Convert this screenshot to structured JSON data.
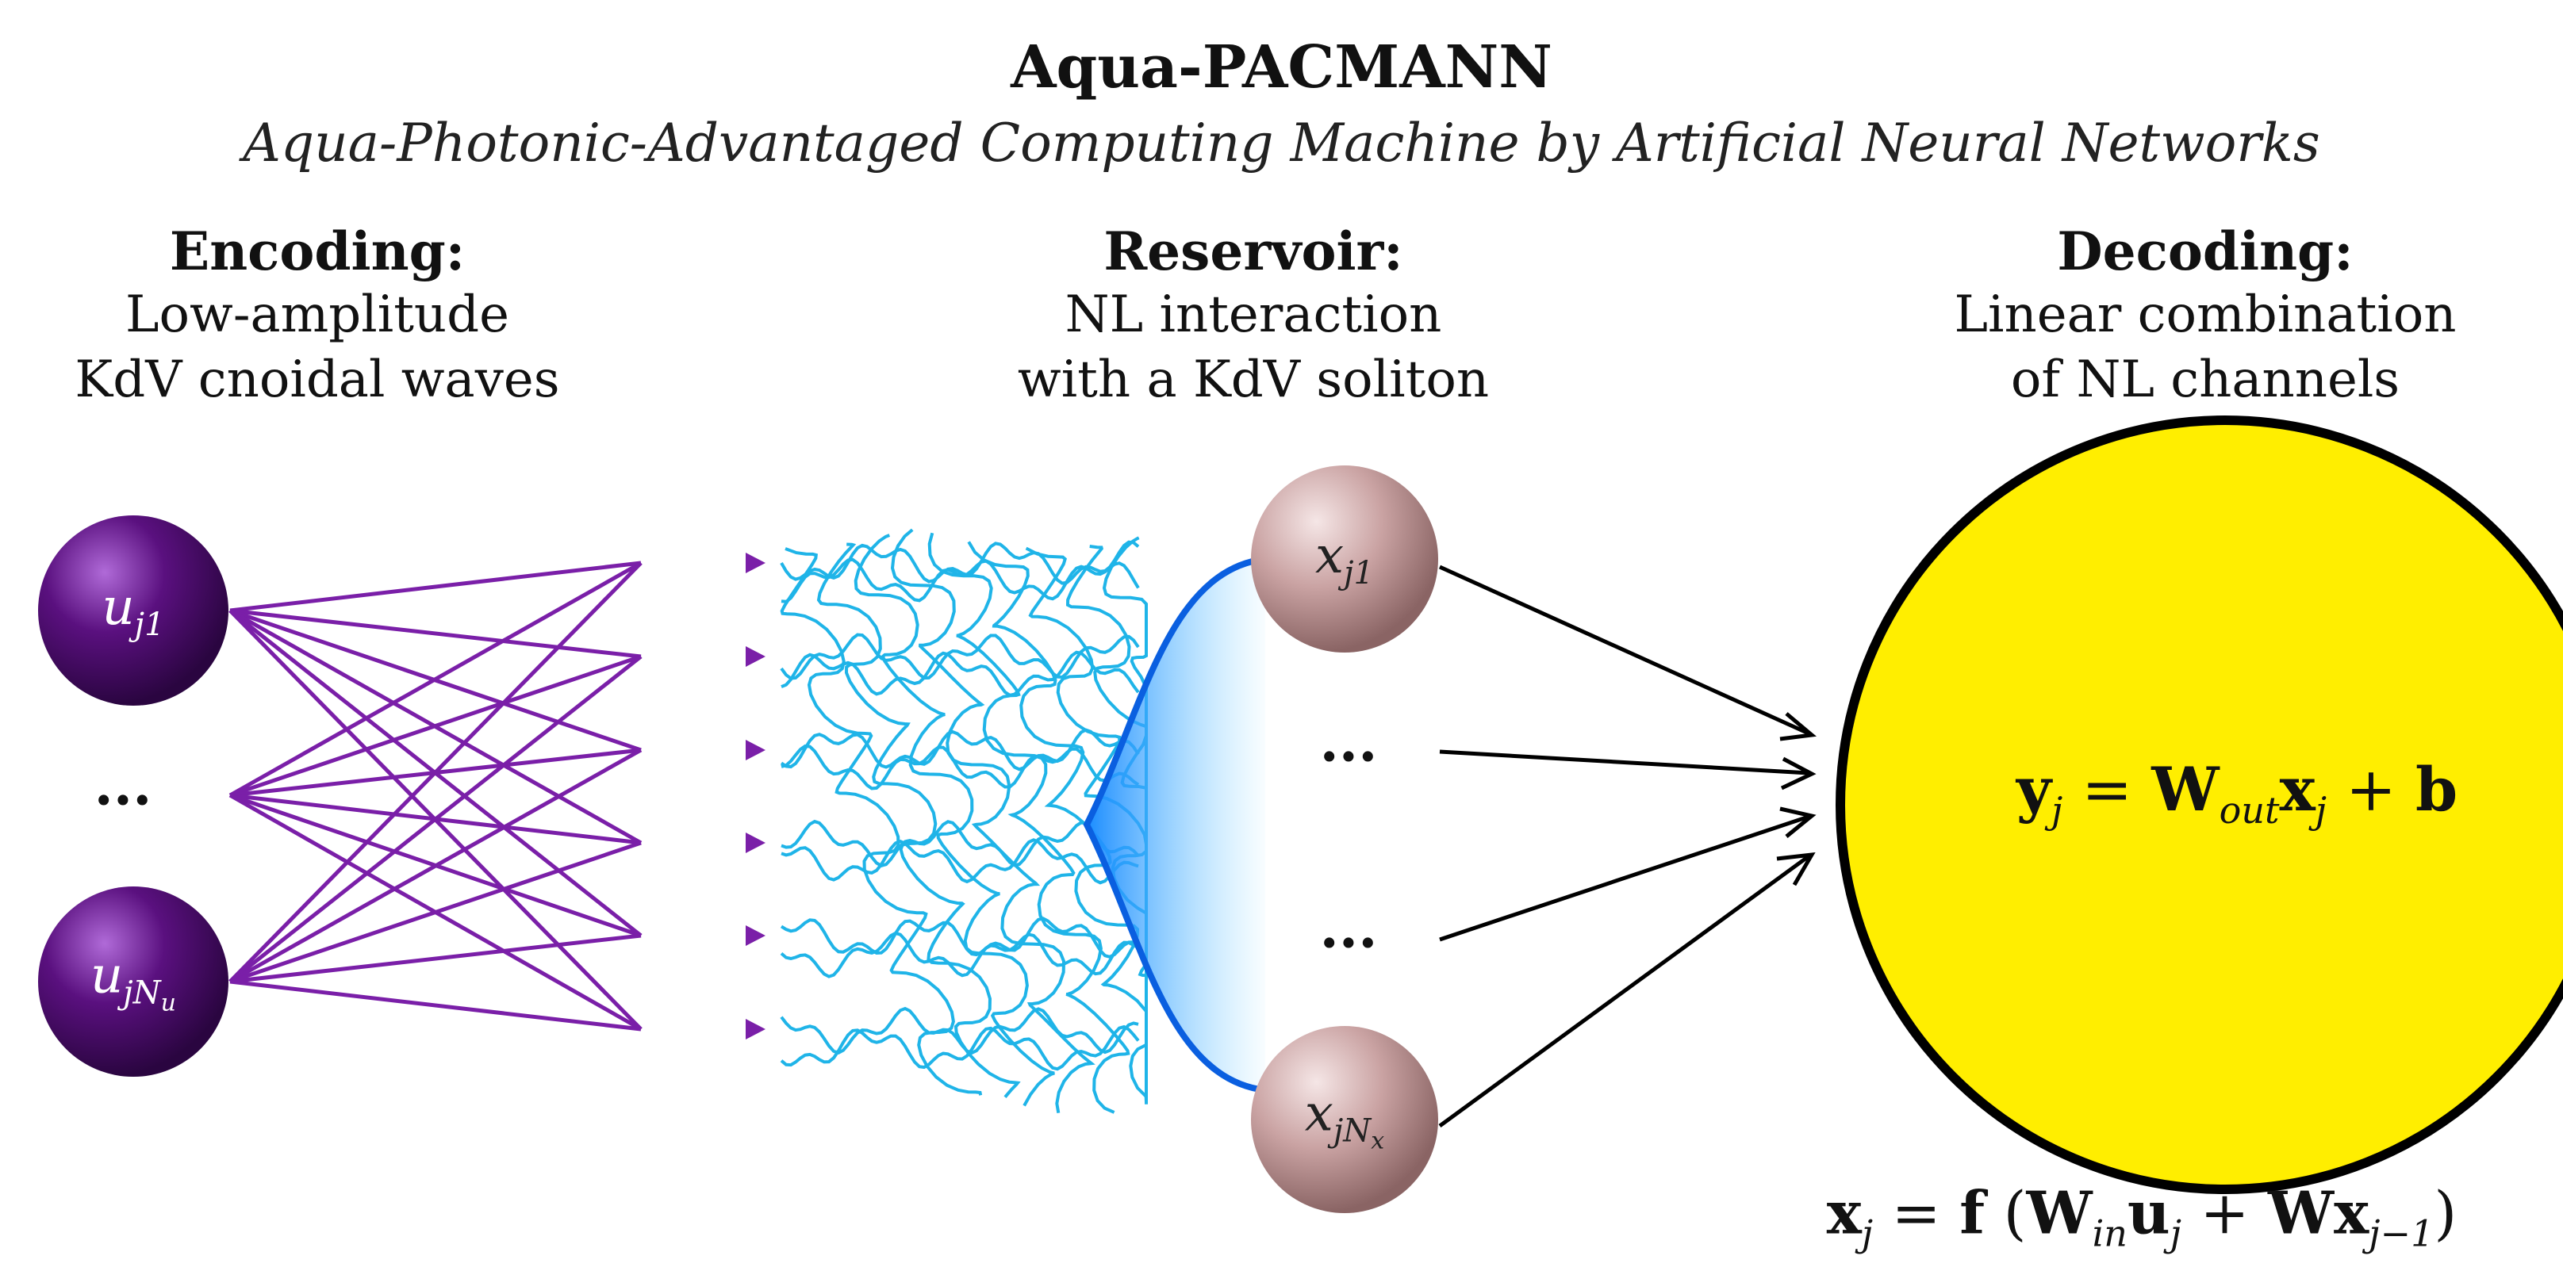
{
  "header": {
    "title": "Aqua-PACMANN",
    "subtitle": "Aqua-Photonic-Advantaged Computing Machine by Artificial Neural Networks"
  },
  "sections": {
    "encoding": {
      "heading": "Encoding:",
      "line1": "Low-amplitude",
      "line2": "KdV cnoidal waves"
    },
    "reservoir": {
      "heading": "Reservoir:",
      "line1": "NL interaction",
      "line2": "with a KdV soliton"
    },
    "decoding": {
      "heading": "Decoding:",
      "line1": "Linear combination",
      "line2": "of NL channels"
    }
  },
  "nodes": {
    "input_first": {
      "base": "u",
      "sub": "j1"
    },
    "input_last": {
      "base": "u",
      "sub": "jN",
      "subsub": "u"
    },
    "input_ellipsis": "...",
    "reservoir_first": {
      "base": "x",
      "sub": "j1"
    },
    "reservoir_last": {
      "base": "x",
      "sub": "jN",
      "subsub": "x"
    },
    "reservoir_ellipsis_1": "...",
    "reservoir_ellipsis_2": "..."
  },
  "equations": {
    "output": {
      "lhs": "y",
      "lhs_sub": "j",
      "eq": " = ",
      "w": "W",
      "w_sub": "out",
      "x": "x",
      "x_sub": "j",
      "plus": " + ",
      "b": "b"
    },
    "state": {
      "x": "x",
      "x_sub": "j",
      "eq": " = ",
      "f": "f",
      "open": " (",
      "win": "W",
      "win_sub": "in",
      "u": "u",
      "u_sub": "j",
      "plus": " + ",
      "w": "W",
      "x2": "x",
      "x2_sub": "j−1",
      "close": ")"
    }
  },
  "colors": {
    "input_node": "#4a0a6e",
    "encoding_lines": "#7a1fa8",
    "waves": "#1fb4e8",
    "soliton": "#0a5fe0",
    "reservoir_node": "#c9a3a3",
    "output_circle": "#ffee00",
    "arrows": "#000000"
  }
}
